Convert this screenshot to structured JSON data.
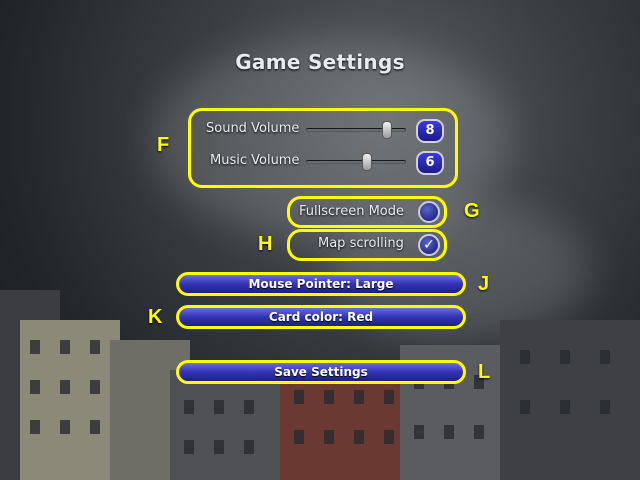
{
  "screen": {
    "title": "Game Settings"
  },
  "volume": {
    "sound_label": "Sound Volume",
    "sound_value": "8",
    "sound_level": 0.8,
    "music_label": "Music Volume",
    "music_value": "6",
    "music_level": 0.6
  },
  "toggles": {
    "fullscreen_label": "Fullscreen Mode",
    "fullscreen_checked": false,
    "scroll_label": "Map scrolling",
    "scroll_checked": true,
    "check_glyph": "✓"
  },
  "buttons": {
    "pointer_label": "Mouse Pointer: Large",
    "card_label": "Card color: Red",
    "save_label": "Save Settings"
  },
  "annotations": {
    "f": "F",
    "g": "G",
    "h": "H",
    "j": "J",
    "k": "K",
    "l": "L"
  },
  "colors": {
    "highlight": "#ffff00",
    "button_blue": "#3334b5"
  }
}
